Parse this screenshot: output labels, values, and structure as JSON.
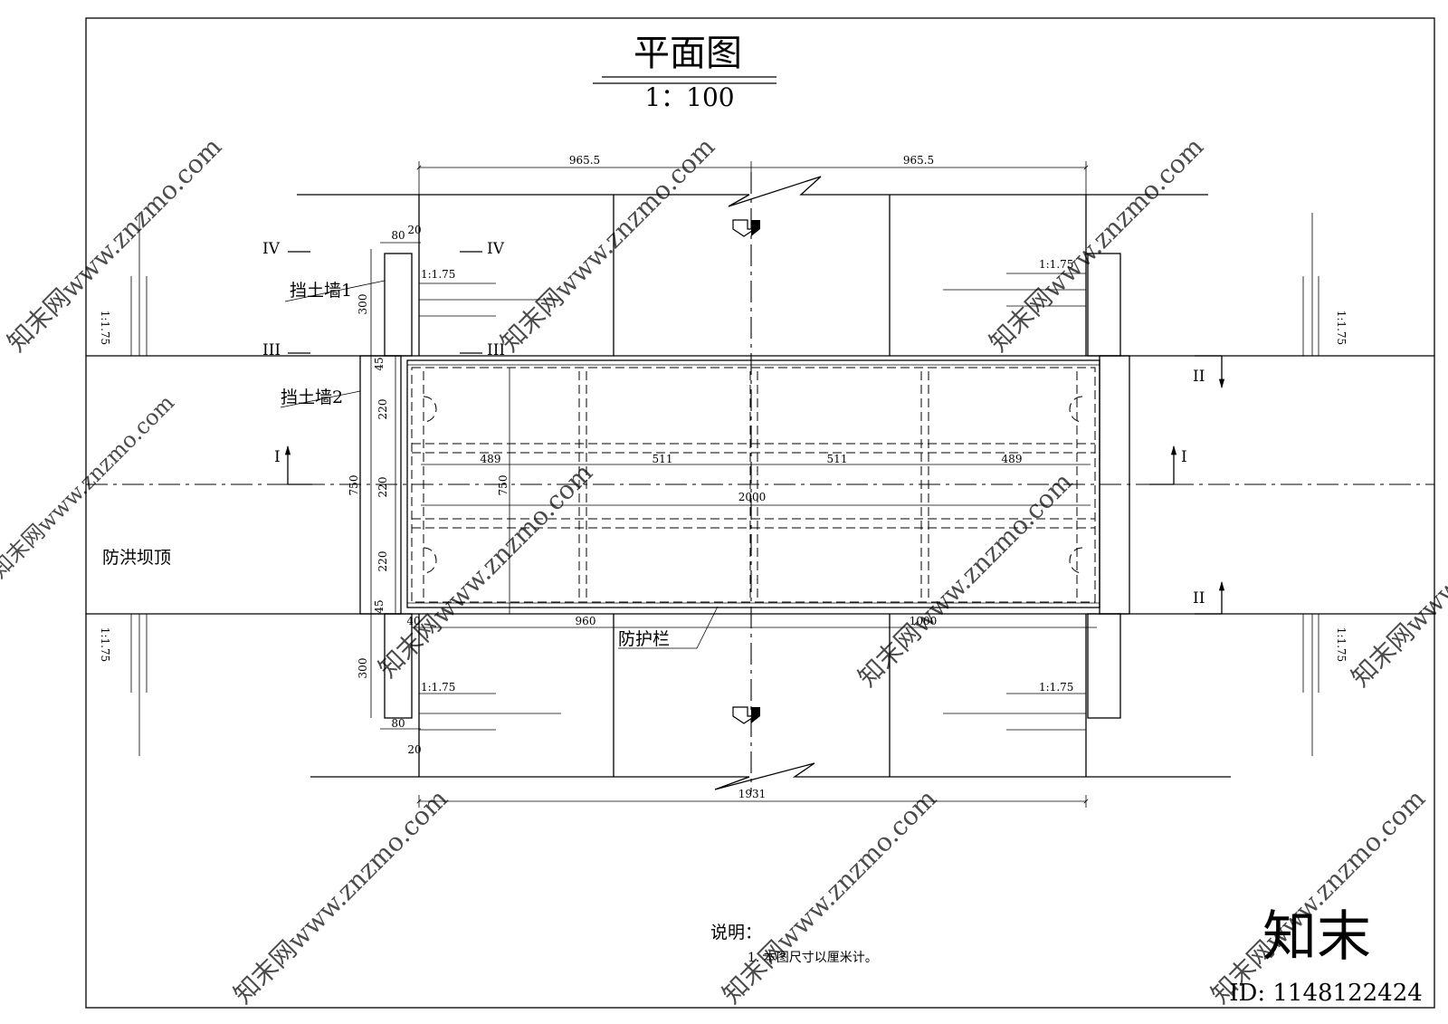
{
  "title": "平面图",
  "scale": "1：100",
  "labels": {
    "wall1": "挡土墙1",
    "wall2": "挡土墙2",
    "dam_top": "防洪坝顶",
    "guardrail": "防护栏"
  },
  "sections": {
    "IV": "IV",
    "III": "III",
    "II": "II",
    "I": "I"
  },
  "slope": "1:1.75",
  "dimensions": {
    "top_half_left": "965.5",
    "top_half_right": "965.5",
    "wall_width": "80",
    "wall_gap": "20",
    "wall_length": "300",
    "edge": "45",
    "seg_220": "220",
    "total_width": "750",
    "inner_width": "750",
    "bay_outer": "489",
    "bay_inner": "511",
    "total_length": "2000",
    "left_offset": "40",
    "bottom_left": "960",
    "bottom_right": "1000",
    "bottom_total": "1931"
  },
  "notes": {
    "heading": "说明：",
    "items": [
      "1. 本图尺寸以厘米计。"
    ]
  },
  "watermark": {
    "site": "知末网www.znzmo.com",
    "brand": "知末",
    "id": "ID: 1148122424"
  }
}
